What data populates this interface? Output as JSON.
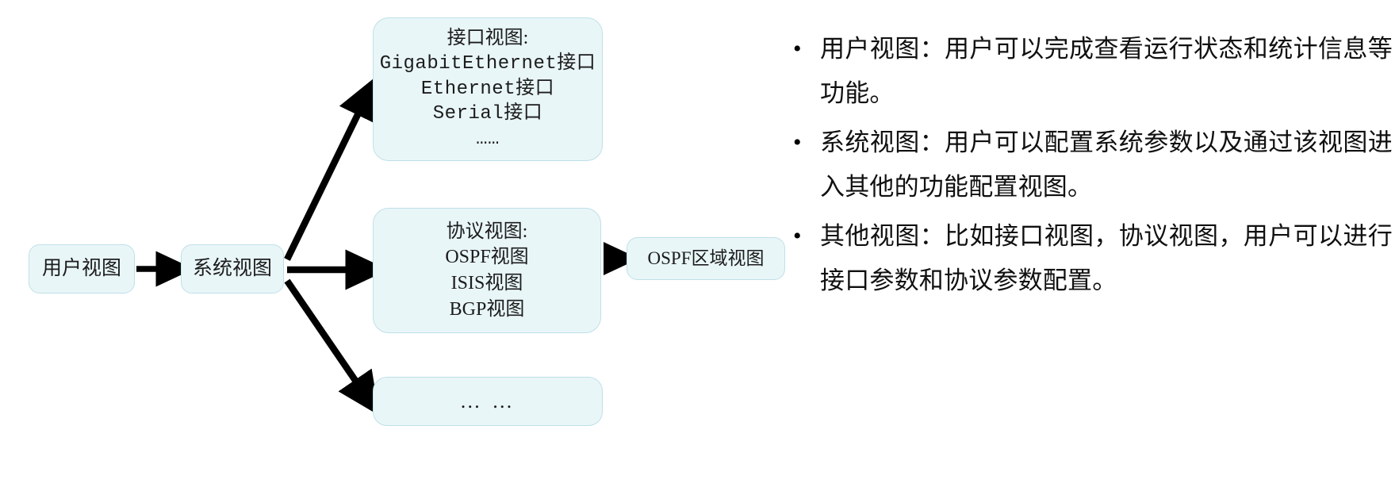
{
  "diagram": {
    "nodes": {
      "user_view": {
        "label": "用户视图"
      },
      "system_view": {
        "label": "系统视图"
      },
      "interface_view": {
        "title": "接口视图:",
        "lines": [
          "GigabitEthernet接口",
          "Ethernet接口",
          "Serial接口",
          "……"
        ]
      },
      "protocol_view": {
        "title": "协议视图:",
        "lines": [
          "OSPF视图",
          "ISIS视图",
          "BGP视图"
        ]
      },
      "other_view": {
        "label": "… …"
      },
      "ospf_area_view": {
        "label": "OSPF区域视图"
      }
    },
    "colors": {
      "node_fill": "#e9f6f8",
      "node_border": "#bfe0e8",
      "arrow": "#000000",
      "text": "#1c1c1c"
    }
  },
  "panel": {
    "bullet_glyph": "•",
    "bullets": [
      {
        "text": "用户视图：用户可以完成查看运行状态和统计信息等功能。"
      },
      {
        "text": "系统视图：用户可以配置系统参数以及通过该视图进入其他的功能配置视图。"
      },
      {
        "text": "其他视图：比如接口视图，协议视图，用户可以进行接口参数和协议参数配置。"
      }
    ]
  }
}
